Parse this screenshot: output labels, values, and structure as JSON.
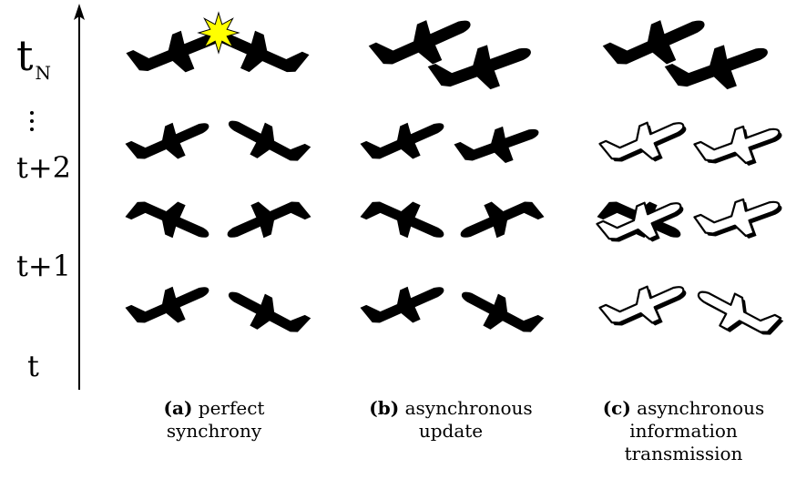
{
  "time_axis": {
    "labels": [
      {
        "key": "tN",
        "main": "t",
        "sub": "N"
      },
      {
        "key": "t2",
        "main": "t+2"
      },
      {
        "key": "t1",
        "main": "t+1"
      },
      {
        "key": "t",
        "main": "t"
      }
    ],
    "ellipsis": "⋮"
  },
  "panels": [
    {
      "id": "a",
      "label": "(a)",
      "caption_lines": [
        "perfect",
        "synchrony"
      ]
    },
    {
      "id": "b",
      "label": "(b)",
      "caption_lines": [
        "asynchronous",
        "update"
      ]
    },
    {
      "id": "c",
      "label": "(c)",
      "caption_lines": [
        "asynchronous",
        "information",
        "transmission"
      ]
    }
  ],
  "colors": {
    "plane_fill": "#000000",
    "plane_outline": "#000000",
    "ghost_fill": "#ffffff",
    "collision_star": "#ffff00"
  },
  "icons": [
    "airplane-icon",
    "collision-star-icon",
    "time-arrow-icon"
  ]
}
